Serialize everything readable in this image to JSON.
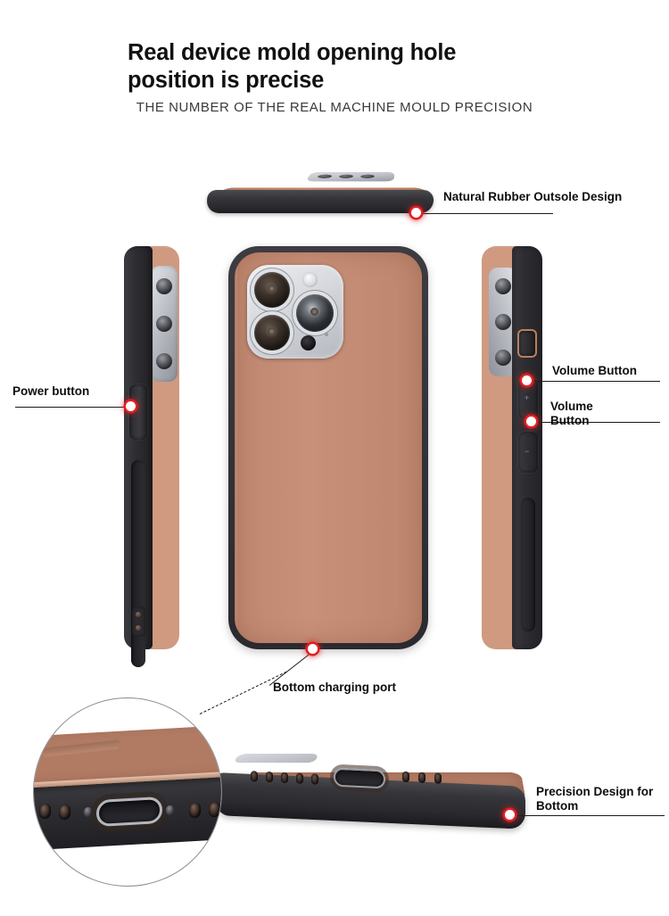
{
  "header": {
    "headline": "Real device mold opening hole position is precise",
    "subhead": "THE NUMBER OF THE REAL MACHINE MOULD PRECISION"
  },
  "callouts": [
    {
      "id": "natural-rubber-outsole",
      "label": "Natural Rubber Outsole Design"
    },
    {
      "id": "volume-button-up",
      "label": "Volume Button"
    },
    {
      "id": "volume-button-down",
      "label": "Volume\nButton"
    },
    {
      "id": "power-button",
      "label": "Power button"
    },
    {
      "id": "bottom-charging-port",
      "label": "Bottom charging port"
    },
    {
      "id": "precision-design-bottom",
      "label": "Precision Design for\nBottom"
    }
  ],
  "views": {
    "top": "top-edge-view",
    "left_profile": "left-side-profile-view",
    "main_back": "main-back-view",
    "right_profile": "right-side-profile-view",
    "bottom_edge": "bottom-edge-view",
    "magnifier": "bottom-port-magnified-inset"
  },
  "colors": {
    "marker": "#e01f22",
    "wood": "#c89079",
    "rubber": "#2a2a2f",
    "headline_text": "#111114",
    "subhead_text": "#3a3a3c",
    "background": "#ffffff"
  }
}
